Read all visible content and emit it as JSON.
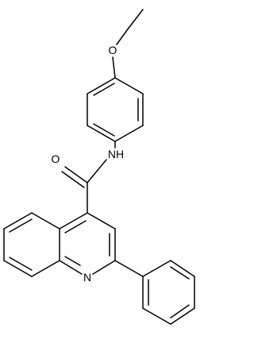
{
  "molecule": {
    "atoms": {
      "O_ether": "O",
      "NH": "NH",
      "O_carbonyl": "O",
      "N_ring": "N"
    }
  }
}
